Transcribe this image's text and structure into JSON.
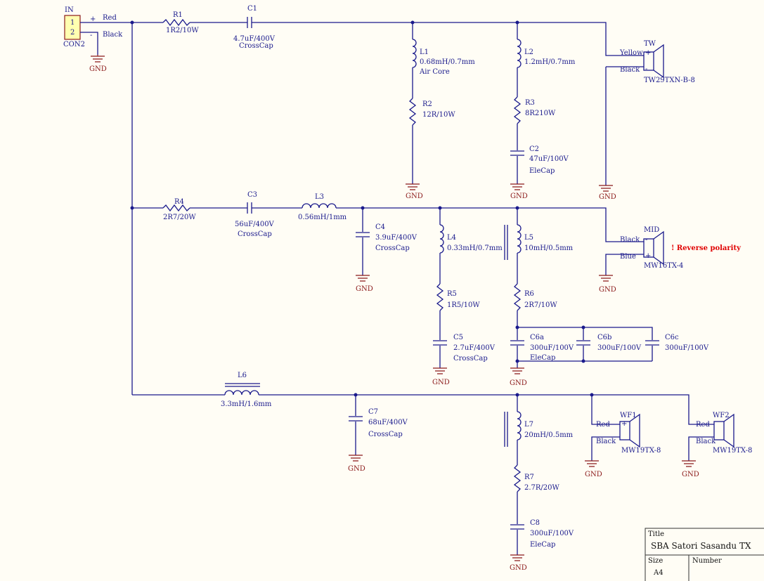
{
  "connector": {
    "ref": "IN",
    "value": "CON2",
    "pin1": "1",
    "pin2": "2",
    "plus": "+",
    "minus": "-",
    "plus_wire": "Red",
    "minus_wire": "Black"
  },
  "gnd": "GND",
  "parts": {
    "R1": {
      "ref": "R1",
      "value": "1R2/10W"
    },
    "C1": {
      "ref": "C1",
      "value": "4.7uF/400V",
      "note": "CrossCap"
    },
    "L1": {
      "ref": "L1",
      "value": "0.68mH/0.7mm",
      "note": "Air Core"
    },
    "R2": {
      "ref": "R2",
      "value": "12R/10W"
    },
    "L2": {
      "ref": "L2",
      "value": "1.2mH/0.7mm"
    },
    "R3": {
      "ref": "R3",
      "value": "8R210W"
    },
    "C2": {
      "ref": "C2",
      "value": "47uF/100V",
      "note": "EleCap"
    },
    "R4": {
      "ref": "R4",
      "value": "2R7/20W"
    },
    "C3": {
      "ref": "C3",
      "value": "56uF/400V",
      "note": "CrossCap"
    },
    "L3": {
      "ref": "L3",
      "value": "0.56mH/1mm"
    },
    "C4": {
      "ref": "C4",
      "value": "3.9uF/400V",
      "note": "CrossCap"
    },
    "L4": {
      "ref": "L4",
      "value": "0.33mH/0.7mm"
    },
    "R5": {
      "ref": "R5",
      "value": "1R5/10W"
    },
    "C5": {
      "ref": "C5",
      "value": "2.7uF/400V",
      "note": "CrossCap"
    },
    "L5": {
      "ref": "L5",
      "value": "10mH/0.5mm"
    },
    "R6": {
      "ref": "R6",
      "value": "2R7/10W"
    },
    "C6a": {
      "ref": "C6a",
      "value": "300uF/100V",
      "note": "EleCap"
    },
    "C6b": {
      "ref": "C6b",
      "value": "300uF/100V"
    },
    "C6c": {
      "ref": "C6c",
      "value": "300uF/100V"
    },
    "L6": {
      "ref": "L6",
      "value": "3.3mH/1.6mm"
    },
    "C7": {
      "ref": "C7",
      "value": "68uF/400V",
      "note": "CrossCap"
    },
    "L7": {
      "ref": "L7",
      "value": "20mH/0.5mm"
    },
    "R7": {
      "ref": "R7",
      "value": "2.7R/20W"
    },
    "C8": {
      "ref": "C8",
      "value": "300uF/100V",
      "note": "EleCap"
    }
  },
  "speakers": {
    "TW": {
      "ref": "TW",
      "model": "TW29TXN-B-8",
      "plus": "+",
      "minus": "-",
      "wire1": "Yellow",
      "wire2": "Black"
    },
    "MID": {
      "ref": "MID",
      "model": "MW16TX-4",
      "plus": "+",
      "minus": "-",
      "wire1": "Black",
      "wire2": "Blue",
      "warning": "! Reverse polarity"
    },
    "WF1": {
      "ref": "WF1",
      "model": "MW19TX-8",
      "plus": "+",
      "minus": "-",
      "wire1": "Red",
      "wire2": "Black"
    },
    "WF2": {
      "ref": "WF2",
      "model": "MW19TX-8",
      "wire1": "Red",
      "wire2": "Black"
    }
  },
  "title_block": {
    "title_label": "Title",
    "title": "SBA Satori Sasandu TX",
    "size_label": "Size",
    "size": "A4",
    "number_label": "Number"
  }
}
